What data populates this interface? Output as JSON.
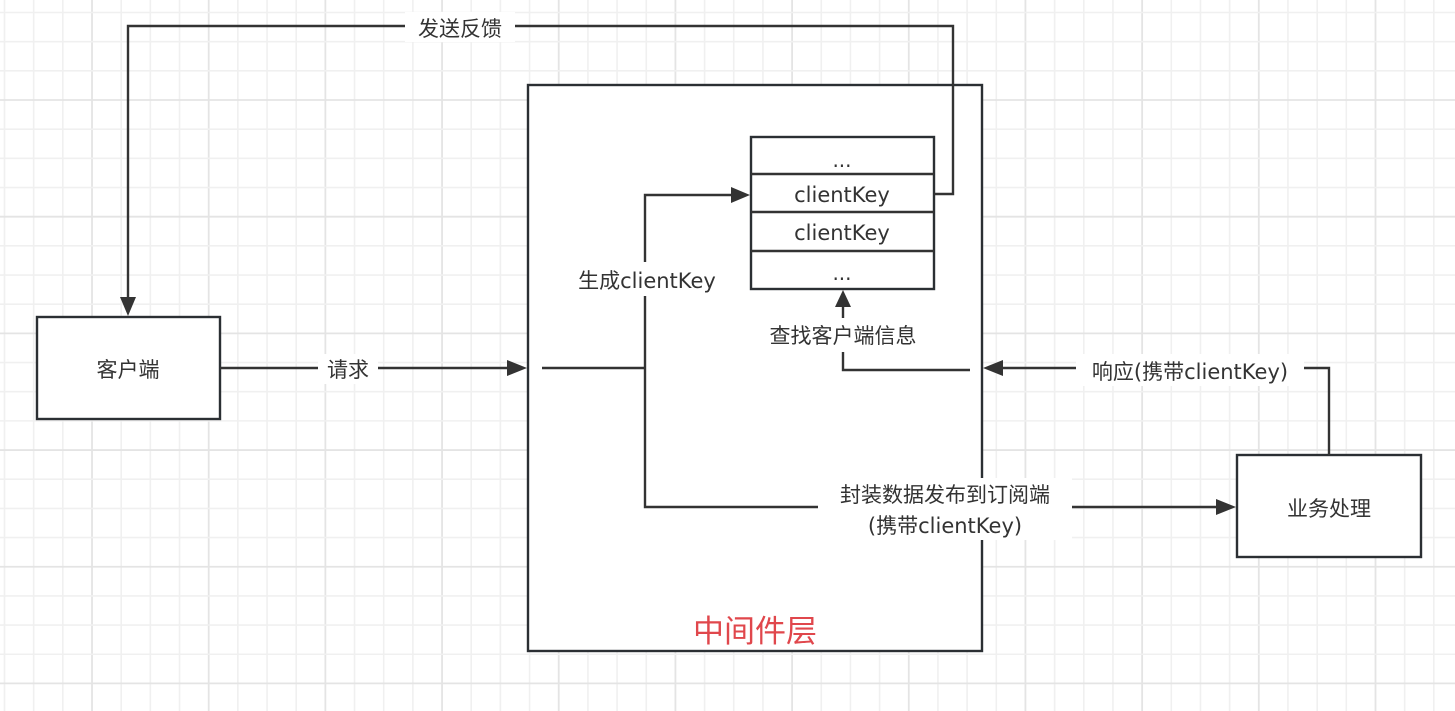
{
  "diagram": {
    "title_color": "#e0474c",
    "line_color": "#333333",
    "nodes": {
      "client": {
        "label": "客户端"
      },
      "middleware": {
        "label": "中间件层"
      },
      "business": {
        "label": "业务处理"
      },
      "key_store": {
        "rows": [
          "...",
          "clientKey",
          "clientKey",
          "..."
        ]
      }
    },
    "edges": {
      "request": {
        "label": "请求"
      },
      "feedback": {
        "label": "发送反馈"
      },
      "generate_key": {
        "label": "生成clientKey"
      },
      "lookup_client": {
        "label": "查找客户端信息"
      },
      "response": {
        "label": "响应(携带clientKey)"
      },
      "publish": {
        "label_line1": "封装数据发布到订阅端",
        "label_line2": "(携带clientKey)"
      }
    }
  }
}
